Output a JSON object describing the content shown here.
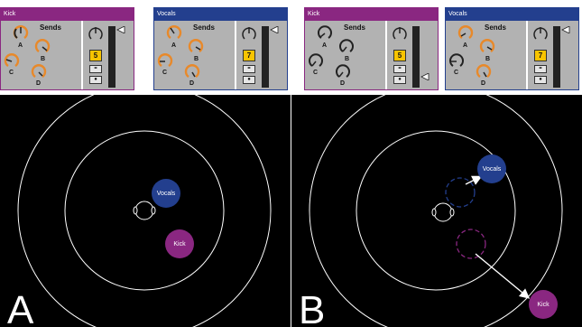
{
  "colors": {
    "kick": "#8a2781",
    "vocals": "#233f8e",
    "knob_orange": "#e8892a",
    "mixer_bg": "#b2b2b2",
    "number_box": "#f8c400",
    "field_bg": "#000000",
    "ring": "#ffffff"
  },
  "panel_a": {
    "letter": "A",
    "tracks": [
      {
        "name": "Kick",
        "sends_label": "Sends",
        "sends": [
          "A",
          "B",
          "C",
          "D"
        ],
        "track_number": "5",
        "headphone_icon": "headphones-icon",
        "record_icon": "record-dot-icon"
      },
      {
        "name": "Vocals",
        "sends_label": "Sends",
        "sends": [
          "A",
          "B",
          "C",
          "D"
        ],
        "track_number": "7",
        "headphone_icon": "headphones-icon",
        "record_icon": "record-dot-icon"
      }
    ],
    "sources": [
      {
        "label": "Vocals"
      },
      {
        "label": "Kick"
      }
    ]
  },
  "panel_b": {
    "letter": "B",
    "tracks": [
      {
        "name": "Kick",
        "sends_label": "Sends",
        "sends": [
          "A",
          "B",
          "C",
          "D"
        ],
        "track_number": "5",
        "headphone_icon": "headphones-icon",
        "record_icon": "record-dot-icon"
      },
      {
        "name": "Vocals",
        "sends_label": "Sends",
        "sends": [
          "A",
          "B",
          "C",
          "D"
        ],
        "track_number": "7",
        "headphone_icon": "headphones-icon",
        "record_icon": "record-dot-icon"
      }
    ],
    "sources": [
      {
        "label": "Vocals"
      },
      {
        "label": "Kick"
      }
    ]
  }
}
